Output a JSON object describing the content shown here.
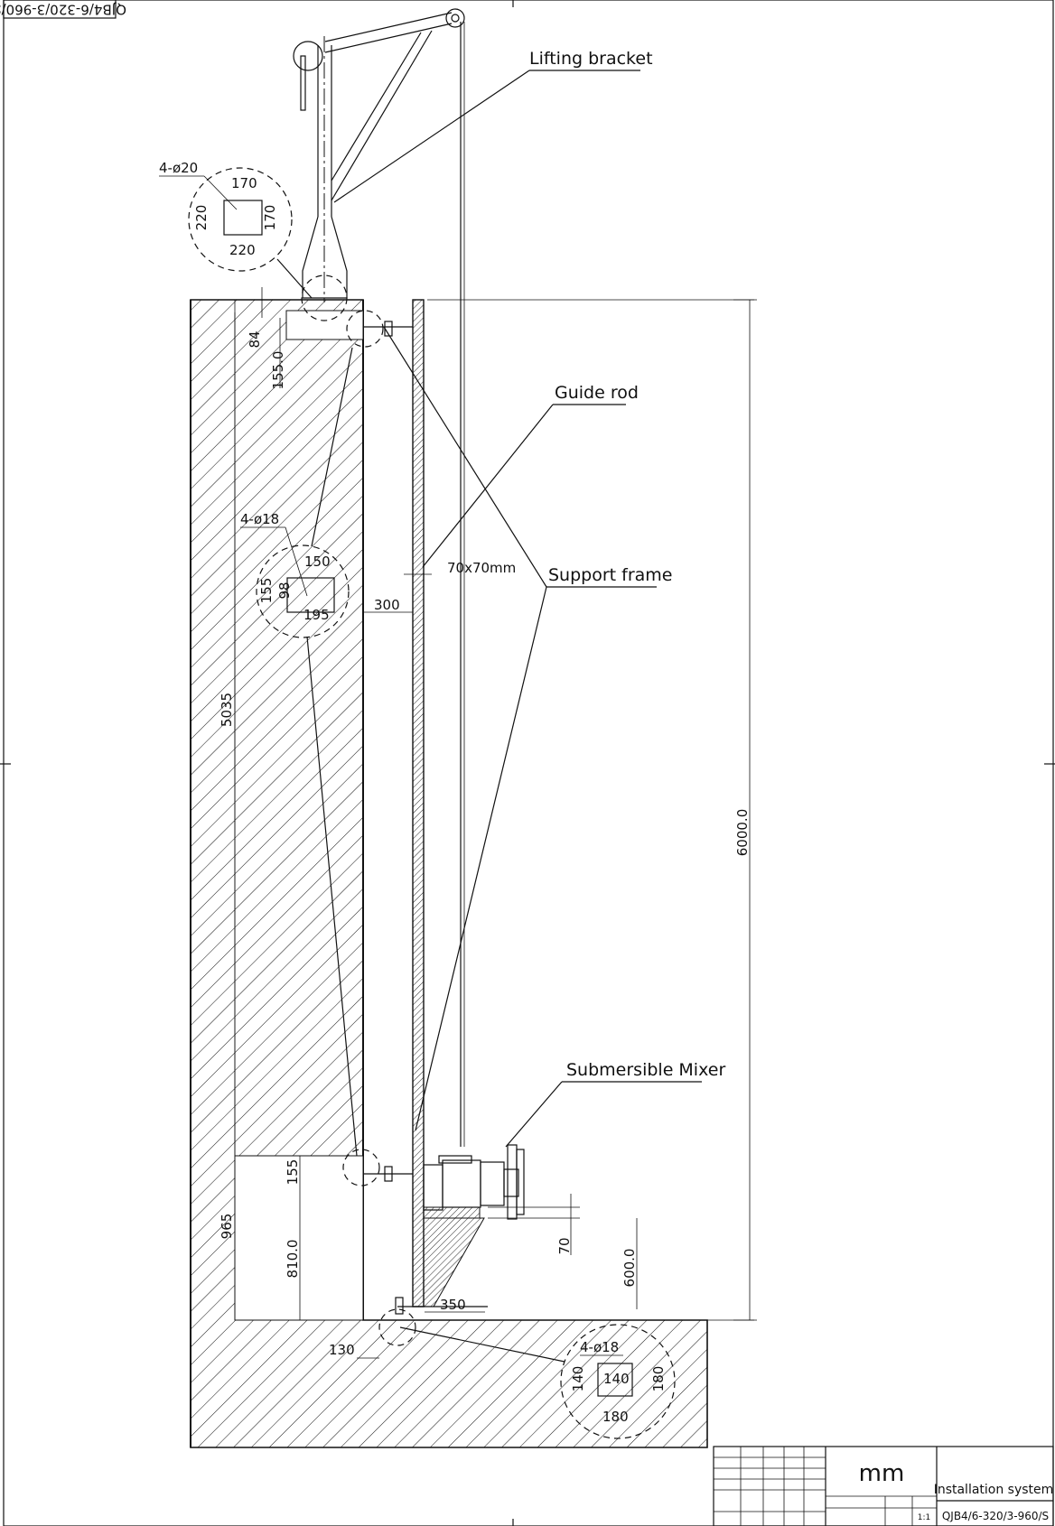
{
  "drawing_number": "QJB4/6-320/3-960/S",
  "callouts": {
    "lifting_bracket": "Lifting bracket",
    "guide_rod": "Guide rod",
    "support_frame": "Support frame",
    "submersible_mixer": "Submersible Mixer"
  },
  "detail_top": {
    "holes": "4-ø20",
    "width_top": "170",
    "height_left": "220",
    "height_right": "170",
    "width_bottom": "220"
  },
  "detail_mid": {
    "holes": "4-ø18",
    "width_top": "150",
    "height_outer": "155",
    "height_inner": "98",
    "width_bottom": "195"
  },
  "detail_bottom": {
    "holes": "4-ø18",
    "height_left": "140",
    "width_inner": "140",
    "height_right": "180",
    "width_bottom": "180"
  },
  "dimensions": {
    "top_offset": "84",
    "top_bracket": "155.0",
    "guide_rod_size": "70x70mm",
    "wall_gap": "300",
    "wall_height": "5035",
    "total_height": "6000.0",
    "bottom_bracket": "155",
    "bottom_section": "965",
    "mixer_height": "810.0",
    "mixer_offset": "70",
    "mixer_elevation": "600.0",
    "base_width": "350",
    "base_offset": "130"
  },
  "title_block": {
    "unit": "mm",
    "title": "Installation system",
    "code": "QJB4/6-320/3-960/S",
    "scale": "1:1"
  }
}
